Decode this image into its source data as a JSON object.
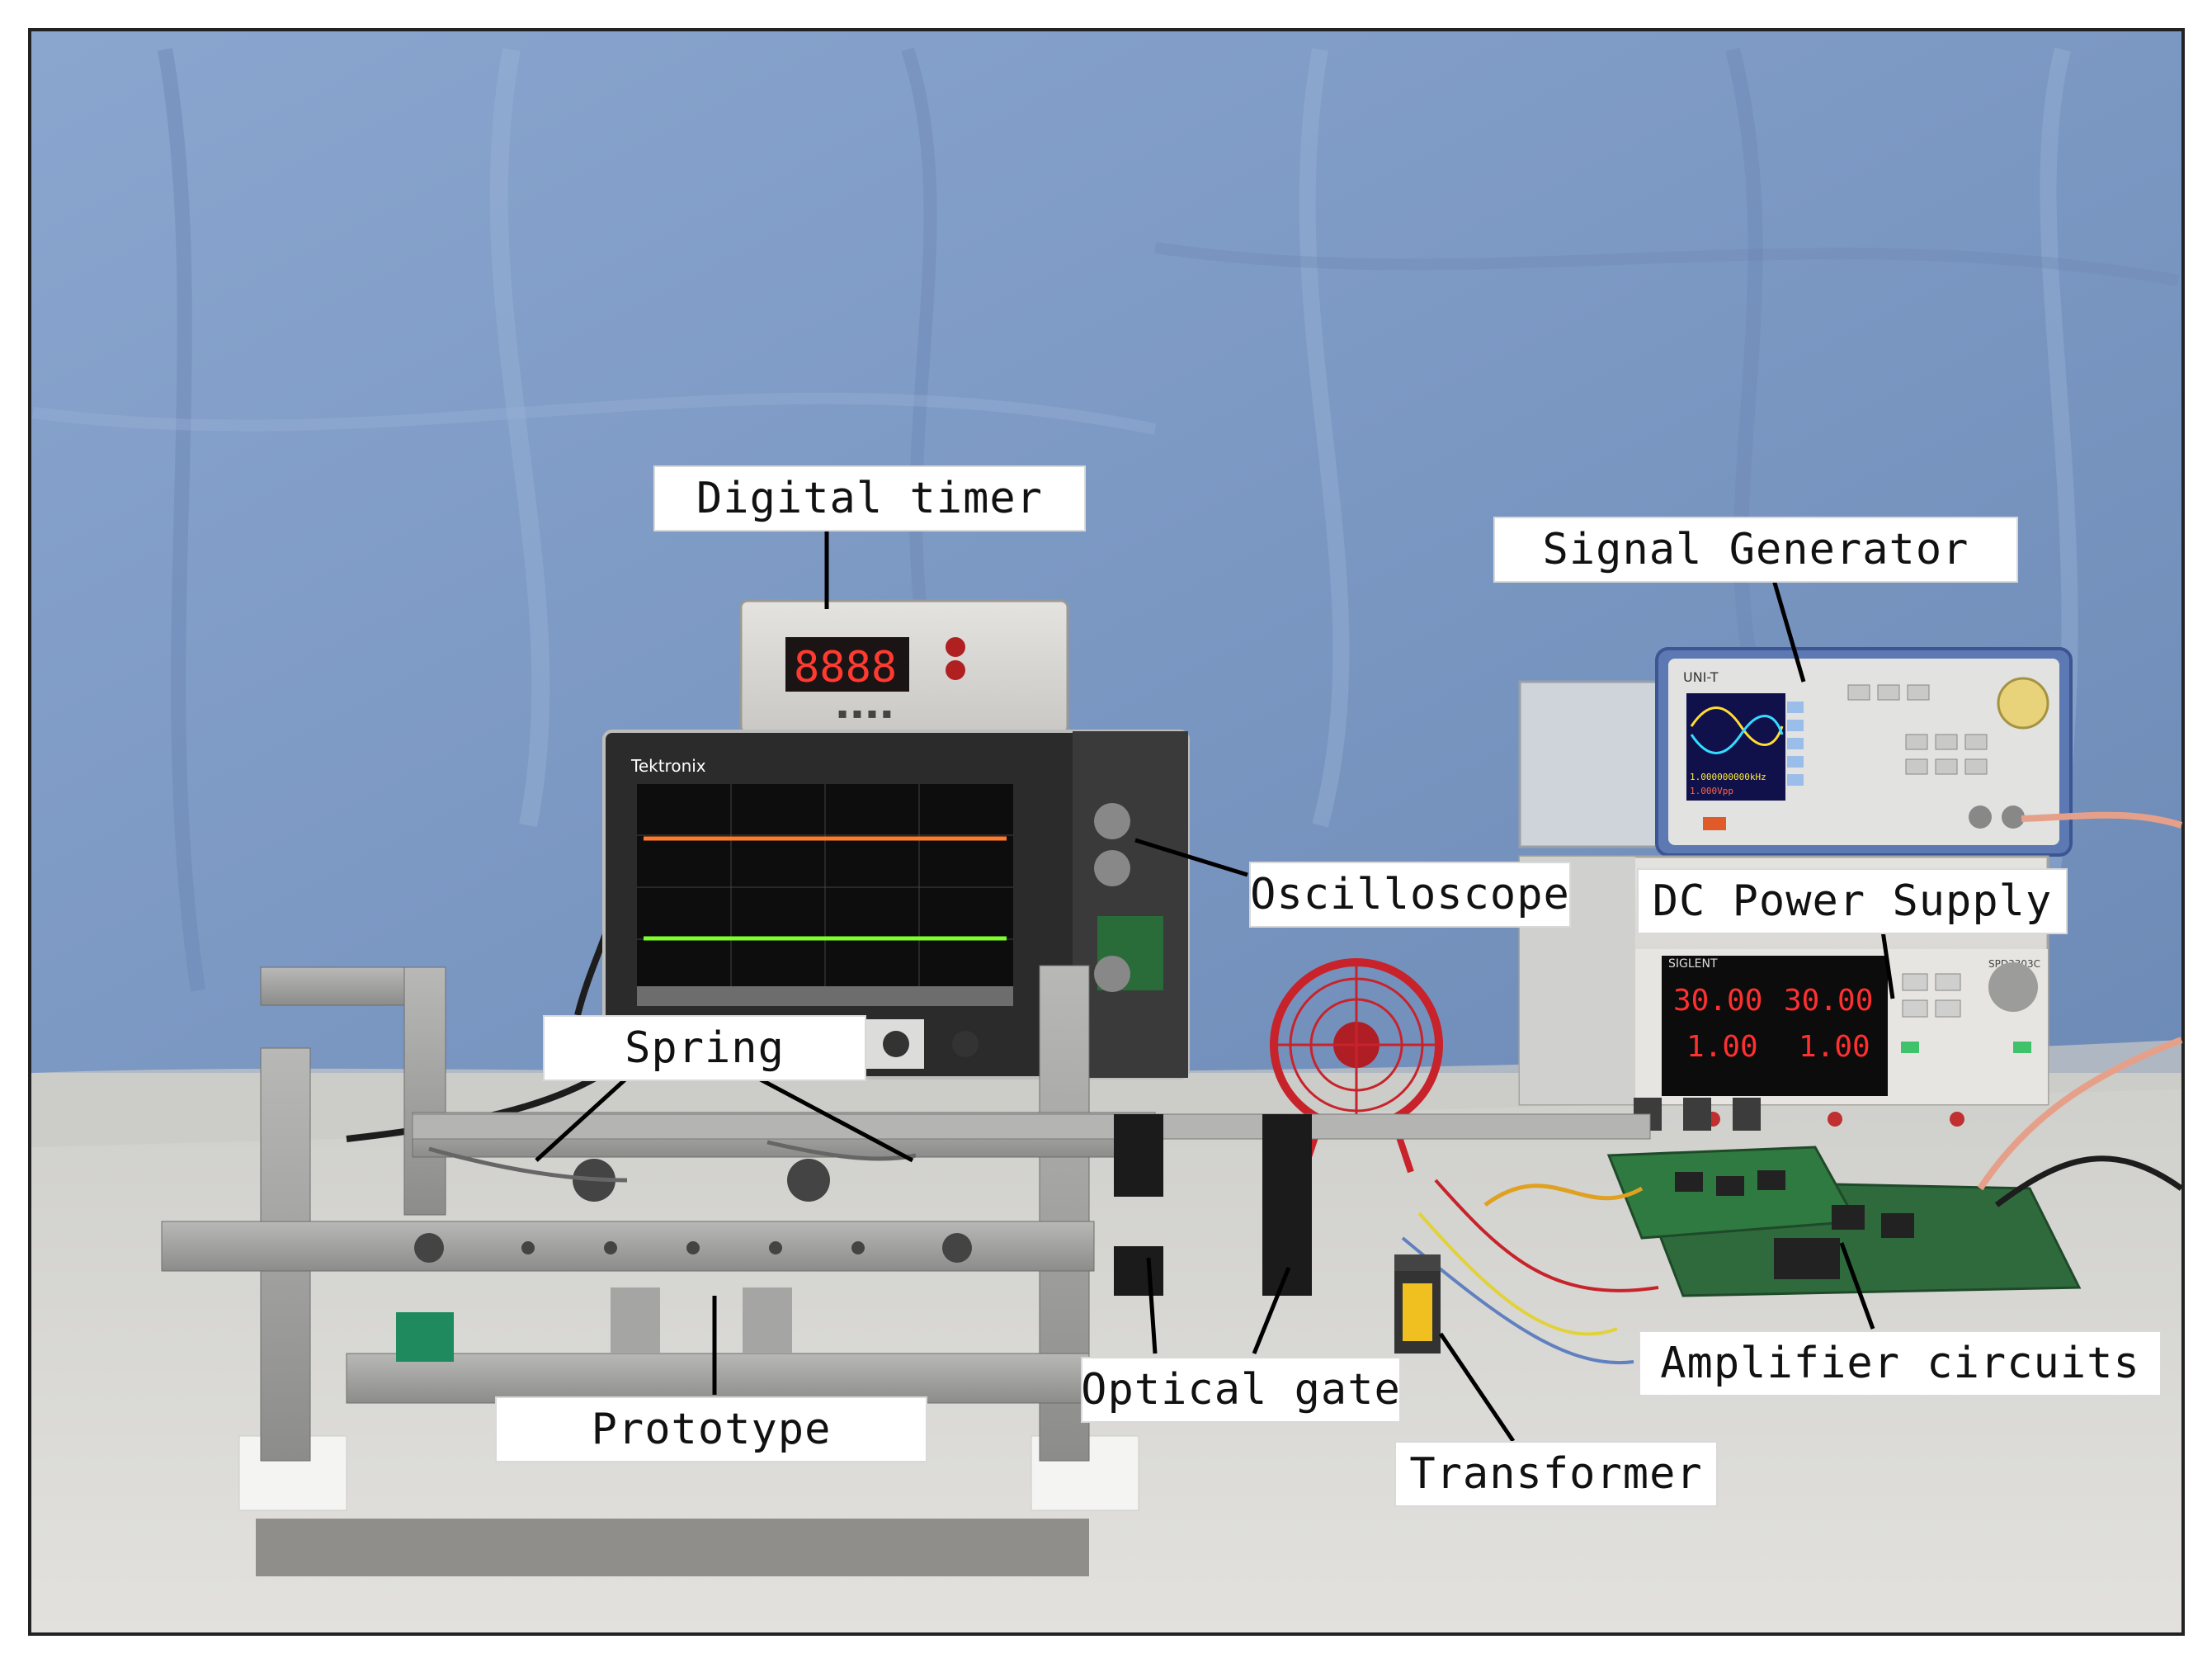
{
  "figure": {
    "labels": {
      "digital_timer": "Digital timer",
      "signal_generator": "Signal Generator",
      "oscilloscope": "Oscilloscope",
      "dc_power_supply": "DC Power Supply",
      "spring": "Spring",
      "optical_gate": "Optical gate",
      "amplifier_circuits": "Amplifier circuits",
      "prototype": "Prototype",
      "transformer": "Transformer"
    },
    "device_text": {
      "timer_display": "8888",
      "oscilloscope_brand": "Tektronix",
      "generator_brand": "UNI-T",
      "power_brand": "SIGLENT",
      "power_model": "SPD3303C",
      "power_ch1_voltage": "30.00",
      "power_ch2_voltage": "30.00",
      "power_ch1_current": "1.00",
      "power_ch2_current": "1.00",
      "generator_freq": "1.000000000kHz",
      "generator_amp": "1.000Vpp"
    },
    "colors": {
      "background_cloth": "#7d9ac4",
      "table": "#d9d8d4",
      "metal": "#9a9a98",
      "pcb": "#2f6a3c",
      "fan": "#c8232b",
      "scope_trace_1": "#ff7a2a",
      "scope_trace_2": "#7dff2a",
      "power_lcd": "#ff2a2a"
    }
  }
}
